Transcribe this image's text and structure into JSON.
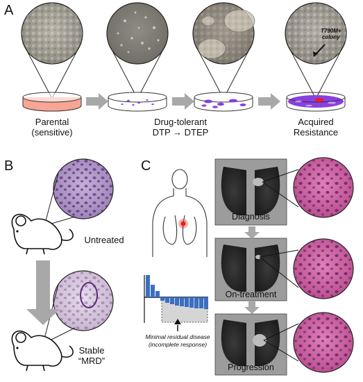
{
  "panel_a": {
    "letter": "A",
    "stages": [
      {
        "line1": "Parental",
        "line2": "(sensitive)"
      },
      {
        "line1": "Drug-tolerant",
        "line2": "DTP → DTEP"
      },
      {
        "line1": "",
        "line2": ""
      },
      {
        "line1": "Acquired",
        "line2": "Resistance"
      }
    ],
    "annotation_line1": "T790M+",
    "annotation_line2": "colony"
  },
  "panel_b": {
    "letter": "B",
    "label_untreated": "Untreated",
    "label_stable_1": "Stable",
    "label_stable_2": "“MRD”"
  },
  "panel_c": {
    "letter": "C",
    "scan_labels": [
      "Diagnosis",
      "On-treatment",
      "Progression"
    ],
    "mrd_line1": "Minimal residual disease",
    "mrd_line2": "(incomplete response)"
  },
  "colors": {
    "dish_red": "#f08070",
    "cells_purple": "#8a3fe0",
    "arrow_gray": "#a8a8a8",
    "bar_blue": "#3b6fc4",
    "he_pink": "#cc5c9a"
  }
}
